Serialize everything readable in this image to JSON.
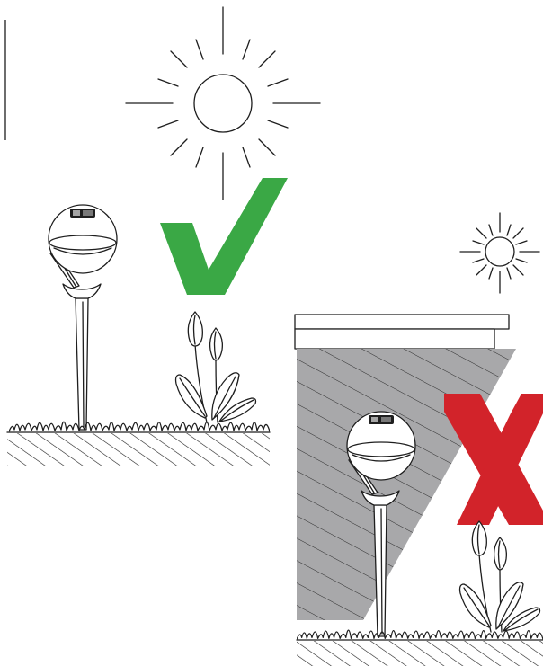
{
  "scenes": [
    {
      "name": "full-sun",
      "verdict": "correct",
      "mark": "check-icon",
      "mark_color": "#3aa845"
    },
    {
      "name": "shade",
      "verdict": "incorrect",
      "mark": "cross-icon",
      "mark_color": "#d2232a"
    }
  ],
  "colors": {
    "line": "#1e1e1e",
    "shadow": "#a8a8aa",
    "check": "#3aa845",
    "cross": "#d2232a"
  }
}
